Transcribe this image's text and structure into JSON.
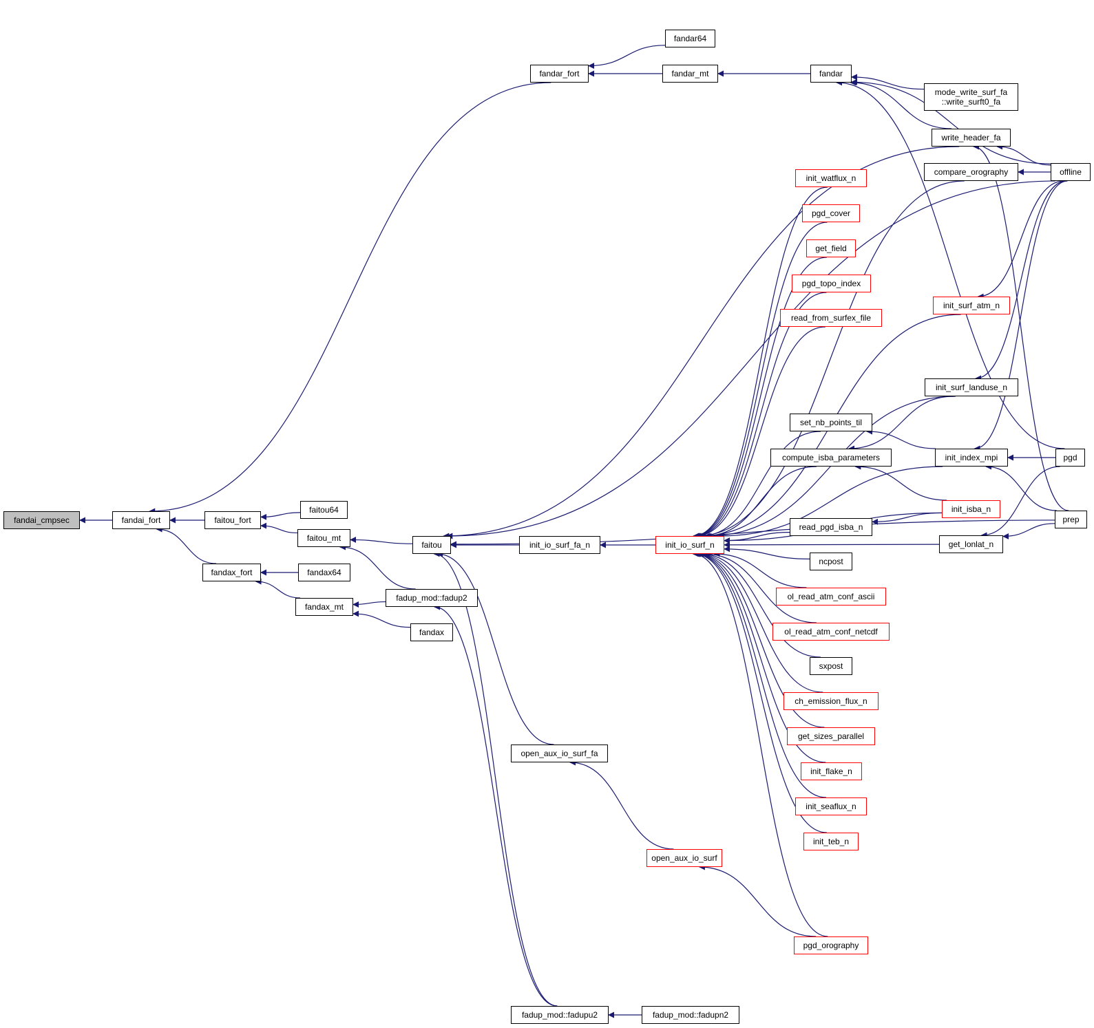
{
  "graph": {
    "type": "caller-graph",
    "edge_color": "#191970",
    "colors": {
      "root_fill": "#bfbfbf",
      "node_border": "#000000",
      "truncated_border": "#ff0000",
      "background": "#ffffff"
    },
    "nodes": [
      {
        "id": "fandai_cmpsec",
        "label": "fandai_cmpsec",
        "style": "root"
      },
      {
        "id": "fandai_fort",
        "label": "fandai_fort",
        "style": "normal"
      },
      {
        "id": "faitou_fort",
        "label": "faitou_fort",
        "style": "normal"
      },
      {
        "id": "fandax_fort",
        "label": "fandax_fort",
        "style": "normal"
      },
      {
        "id": "faitou64",
        "label": "faitou64",
        "style": "normal"
      },
      {
        "id": "faitou_mt",
        "label": "faitou_mt",
        "style": "normal"
      },
      {
        "id": "fandax64",
        "label": "fandax64",
        "style": "normal"
      },
      {
        "id": "fandax_mt",
        "label": "fandax_mt",
        "style": "normal"
      },
      {
        "id": "faitou",
        "label": "faitou",
        "style": "normal"
      },
      {
        "id": "fadup2",
        "label": "fadup_mod::fadup2",
        "style": "normal"
      },
      {
        "id": "fandax",
        "label": "fandax",
        "style": "normal"
      },
      {
        "id": "fandar_fort",
        "label": "fandar_fort",
        "style": "normal"
      },
      {
        "id": "fandar64",
        "label": "fandar64",
        "style": "normal"
      },
      {
        "id": "fandar_mt",
        "label": "fandar_mt",
        "style": "normal"
      },
      {
        "id": "fandar",
        "label": "fandar",
        "style": "normal"
      },
      {
        "id": "init_io_surf_fa_n",
        "label": "init_io_surf_fa_n",
        "style": "normal"
      },
      {
        "id": "open_aux_io_surf_fa",
        "label": "open_aux_io_surf_fa",
        "style": "normal"
      },
      {
        "id": "fadupu2",
        "label": "fadup_mod::fadupu2",
        "style": "normal"
      },
      {
        "id": "fadupn2",
        "label": "fadup_mod::fadupn2",
        "style": "normal"
      },
      {
        "id": "init_io_surf_n",
        "label": "init_io_surf_n",
        "style": "truncated"
      },
      {
        "id": "open_aux_io_surf",
        "label": "open_aux_io_surf",
        "style": "truncated"
      },
      {
        "id": "init_watflux_n",
        "label": "init_watflux_n",
        "style": "truncated"
      },
      {
        "id": "pgd_cover",
        "label": "pgd_cover",
        "style": "truncated"
      },
      {
        "id": "get_field",
        "label": "get_field",
        "style": "truncated"
      },
      {
        "id": "pgd_topo_index",
        "label": "pgd_topo_index",
        "style": "truncated"
      },
      {
        "id": "read_from_surfex_file",
        "label": "read_from_surfex_file",
        "style": "truncated"
      },
      {
        "id": "set_nb_points_til",
        "label": "set_nb_points_til",
        "style": "normal"
      },
      {
        "id": "compute_isba_parameters",
        "label": "compute_isba_parameters",
        "style": "normal"
      },
      {
        "id": "read_pgd_isba_n",
        "label": "read_pgd_isba_n",
        "style": "normal"
      },
      {
        "id": "ncpost",
        "label": "ncpost",
        "style": "normal"
      },
      {
        "id": "ol_read_atm_conf_ascii",
        "label": "ol_read_atm_conf_ascii",
        "style": "truncated"
      },
      {
        "id": "ol_read_atm_conf_netcdf",
        "label": "ol_read_atm_conf_netcdf",
        "style": "truncated"
      },
      {
        "id": "sxpost",
        "label": "sxpost",
        "style": "normal"
      },
      {
        "id": "ch_emission_flux_n",
        "label": "ch_emission_flux_n",
        "style": "truncated"
      },
      {
        "id": "get_sizes_parallel",
        "label": "get_sizes_parallel",
        "style": "truncated"
      },
      {
        "id": "init_flake_n",
        "label": "init_flake_n",
        "style": "truncated"
      },
      {
        "id": "init_seaflux_n",
        "label": "init_seaflux_n",
        "style": "truncated"
      },
      {
        "id": "init_teb_n",
        "label": "init_teb_n",
        "style": "truncated"
      },
      {
        "id": "pgd_orography",
        "label": "pgd_orography",
        "style": "truncated"
      },
      {
        "id": "write_surft0_fa",
        "label": "mode_write_surf_fa\n::write_surft0_fa",
        "style": "normal"
      },
      {
        "id": "write_header_fa",
        "label": "write_header_fa",
        "style": "normal"
      },
      {
        "id": "compare_orography",
        "label": "compare_orography",
        "style": "normal"
      },
      {
        "id": "init_surf_atm_n",
        "label": "init_surf_atm_n",
        "style": "truncated"
      },
      {
        "id": "init_surf_landuse_n",
        "label": "init_surf_landuse_n",
        "style": "normal"
      },
      {
        "id": "init_index_mpi",
        "label": "init_index_mpi",
        "style": "normal"
      },
      {
        "id": "init_isba_n",
        "label": "init_isba_n",
        "style": "truncated"
      },
      {
        "id": "get_lonlat_n",
        "label": "get_lonlat_n",
        "style": "normal"
      },
      {
        "id": "offline",
        "label": "offline",
        "style": "normal"
      },
      {
        "id": "pgd",
        "label": "pgd",
        "style": "normal"
      },
      {
        "id": "prep",
        "label": "prep",
        "style": "normal"
      }
    ],
    "edges": [
      [
        "fandai_fort",
        "fandai_cmpsec"
      ],
      [
        "faitou_fort",
        "fandai_fort"
      ],
      [
        "fandax_fort",
        "fandai_fort"
      ],
      [
        "fandar_fort",
        "fandai_fort"
      ],
      [
        "faitou64",
        "faitou_fort"
      ],
      [
        "faitou_mt",
        "faitou_fort"
      ],
      [
        "fandax64",
        "fandax_fort"
      ],
      [
        "fandax_mt",
        "fandax_fort"
      ],
      [
        "faitou",
        "faitou_mt"
      ],
      [
        "fadup2",
        "faitou_mt"
      ],
      [
        "fadup2",
        "fandax_mt"
      ],
      [
        "fandax",
        "fandax_mt"
      ],
      [
        "fandar64",
        "fandar_fort"
      ],
      [
        "fandar_mt",
        "fandar_fort"
      ],
      [
        "fandar",
        "fandar_mt"
      ],
      [
        "init_io_surf_fa_n",
        "faitou"
      ],
      [
        "open_aux_io_surf_fa",
        "faitou"
      ],
      [
        "fadupu2",
        "faitou"
      ],
      [
        "offline",
        "faitou"
      ],
      [
        "write_header_fa",
        "faitou"
      ],
      [
        "prep",
        "faitou"
      ],
      [
        "fadupu2",
        "fadup2"
      ],
      [
        "fadupn2",
        "fadupu2"
      ],
      [
        "init_io_surf_n",
        "init_io_surf_fa_n"
      ],
      [
        "open_aux_io_surf",
        "open_aux_io_surf_fa"
      ],
      [
        "pgd_orography",
        "open_aux_io_surf"
      ],
      [
        "write_surft0_fa",
        "fandar"
      ],
      [
        "write_header_fa",
        "fandar"
      ],
      [
        "offline",
        "fandar"
      ],
      [
        "pgd",
        "fandar"
      ],
      [
        "offline",
        "write_header_fa"
      ],
      [
        "prep",
        "write_header_fa"
      ],
      [
        "offline",
        "compare_orography"
      ],
      [
        "offline",
        "init_surf_atm_n"
      ],
      [
        "offline",
        "init_surf_landuse_n"
      ],
      [
        "offline",
        "init_index_mpi"
      ],
      [
        "pgd",
        "init_index_mpi"
      ],
      [
        "prep",
        "init_index_mpi"
      ],
      [
        "pgd",
        "get_lonlat_n"
      ],
      [
        "prep",
        "get_lonlat_n"
      ],
      [
        "init_surf_landuse_n",
        "compute_isba_parameters"
      ],
      [
        "init_index_mpi",
        "set_nb_points_til"
      ],
      [
        "init_isba_n",
        "compute_isba_parameters"
      ],
      [
        "init_isba_n",
        "read_pgd_isba_n"
      ],
      [
        "init_watflux_n",
        "init_io_surf_n"
      ],
      [
        "pgd_cover",
        "init_io_surf_n"
      ],
      [
        "get_field",
        "init_io_surf_n"
      ],
      [
        "pgd_topo_index",
        "init_io_surf_n"
      ],
      [
        "read_from_surfex_file",
        "init_io_surf_n"
      ],
      [
        "compare_orography",
        "init_io_surf_n"
      ],
      [
        "init_surf_atm_n",
        "init_io_surf_n"
      ],
      [
        "init_surf_landuse_n",
        "init_io_surf_n"
      ],
      [
        "set_nb_points_til",
        "init_io_surf_n"
      ],
      [
        "compute_isba_parameters",
        "init_io_surf_n"
      ],
      [
        "init_index_mpi",
        "init_io_surf_n"
      ],
      [
        "read_pgd_isba_n",
        "init_io_surf_n"
      ],
      [
        "ncpost",
        "init_io_surf_n"
      ],
      [
        "ol_read_atm_conf_ascii",
        "init_io_surf_n"
      ],
      [
        "ol_read_atm_conf_netcdf",
        "init_io_surf_n"
      ],
      [
        "sxpost",
        "init_io_surf_n"
      ],
      [
        "ch_emission_flux_n",
        "init_io_surf_n"
      ],
      [
        "get_sizes_parallel",
        "init_io_surf_n"
      ],
      [
        "init_flake_n",
        "init_io_surf_n"
      ],
      [
        "init_seaflux_n",
        "init_io_surf_n"
      ],
      [
        "init_teb_n",
        "init_io_surf_n"
      ],
      [
        "init_isba_n",
        "init_io_surf_n"
      ],
      [
        "get_lonlat_n",
        "init_io_surf_n"
      ],
      [
        "pgd_orography",
        "init_io_surf_n"
      ]
    ]
  }
}
